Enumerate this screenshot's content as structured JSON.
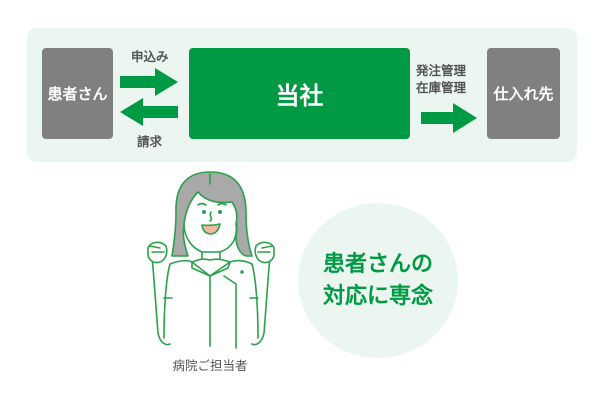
{
  "diagram": {
    "patient_box": {
      "label": "患者さん",
      "color": "#808080"
    },
    "company_box": {
      "label": "当社",
      "color": "#009a44"
    },
    "supplier_box": {
      "label": "仕入れ先",
      "color": "#808080"
    },
    "arrow_application_label": "申込み",
    "arrow_billing_label": "請求",
    "arrow_management_label_1": "発注管理",
    "arrow_management_label_2": "在庫管理",
    "arrow_color": "#009a44",
    "panel_background": "#eaf6ef"
  },
  "focus_circle": {
    "line1": "患者さんの",
    "line2": "対応に専念"
  },
  "illustration": {
    "caption": "病院ご担当者",
    "line_color": "#2aa14a",
    "hair_color": "#a9a9a9"
  }
}
